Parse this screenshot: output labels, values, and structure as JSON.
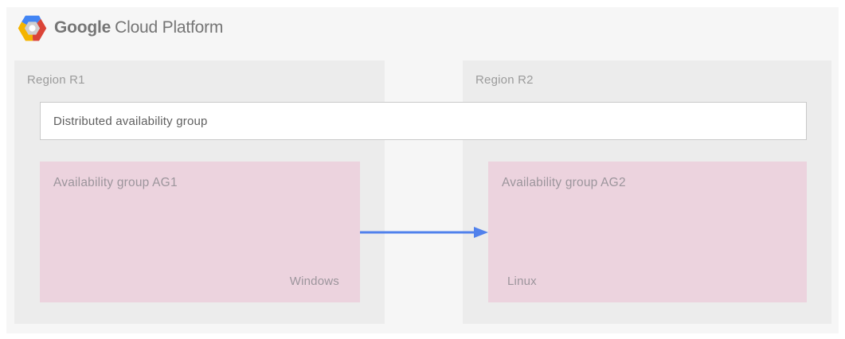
{
  "header": {
    "brand": "Google",
    "product": "Cloud Platform",
    "logo_icon": "gcp-hexagon-logo"
  },
  "regions": [
    {
      "label": "Region R1"
    },
    {
      "label": "Region R2"
    }
  ],
  "distributed_group": {
    "label": "Distributed availability group"
  },
  "availability_groups": [
    {
      "label": "Availability group AG1",
      "os": "Windows",
      "region": "Region R1"
    },
    {
      "label": "Availability group AG2",
      "os": "Linux",
      "region": "Region R2"
    }
  ],
  "arrow": {
    "name": "replication-arrow",
    "direction": "AG1-to-AG2",
    "color": "#5081ec"
  },
  "colors": {
    "canvas_bg": "#f6f6f6",
    "region_bg": "#ececec",
    "availability_group_bg": "#ecd3de",
    "dag_box_bg": "#ffffff",
    "dag_box_border": "#c9c9c9",
    "region_label_text": "#9b9b9b",
    "dag_label_text": "#5f5f5f",
    "group_label_text": "#9c959c",
    "logo_text": "#757575",
    "logo_blue": "#4285f4",
    "logo_red": "#db4437",
    "logo_yellow": "#f4b400"
  }
}
